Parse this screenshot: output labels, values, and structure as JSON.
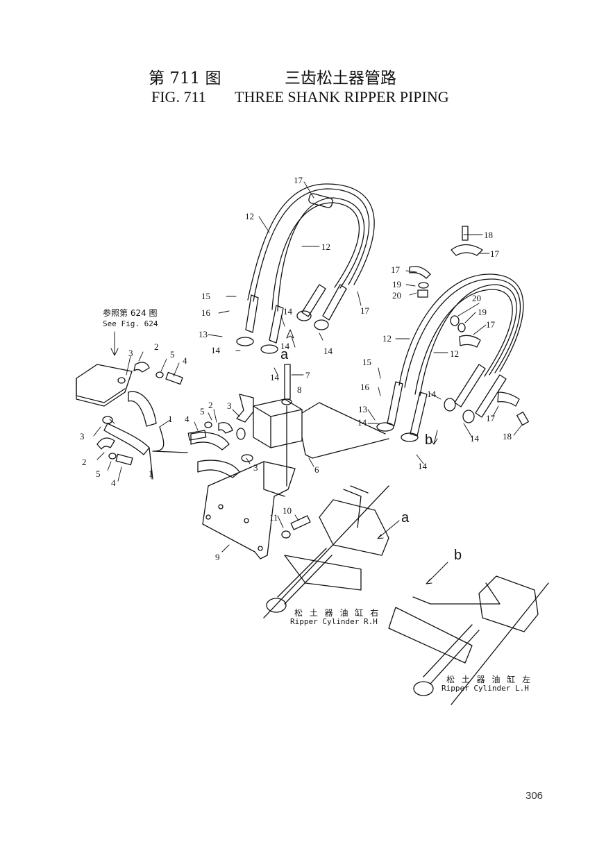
{
  "header": {
    "fig_cn": "第 711 图",
    "title_cn": "三齿松土器管路",
    "fig_en": "FIG. 711",
    "title_en": "THREE SHANK RIPPER PIPING"
  },
  "diagram": {
    "reference_cn": "参照第 624 图",
    "reference_en": "See Fig. 624",
    "view_a": "a",
    "view_b": "b",
    "cylinder_rh_cn": "松 土 器 油 缸 右",
    "cylinder_rh_en": "Ripper Cylinder R.H",
    "cylinder_lh_cn": "松 土 器 油 缸 左",
    "cylinder_lh_en": "Ripper Cylinder L.H",
    "callouts": [
      {
        "text": "17"
      },
      {
        "text": "12"
      },
      {
        "text": "12"
      },
      {
        "text": "17"
      },
      {
        "text": "15"
      },
      {
        "text": "16"
      },
      {
        "text": "14"
      },
      {
        "text": "14"
      },
      {
        "text": "13"
      },
      {
        "text": "14"
      },
      {
        "text": "14"
      },
      {
        "text": "14"
      },
      {
        "text": "7"
      },
      {
        "text": "8"
      },
      {
        "text": "2"
      },
      {
        "text": "3"
      },
      {
        "text": "5"
      },
      {
        "text": "4"
      },
      {
        "text": "1"
      },
      {
        "text": "3"
      },
      {
        "text": "2"
      },
      {
        "text": "5"
      },
      {
        "text": "4"
      },
      {
        "text": "1"
      },
      {
        "text": "4"
      },
      {
        "text": "5"
      },
      {
        "text": "2"
      },
      {
        "text": "3"
      },
      {
        "text": "3"
      },
      {
        "text": "6"
      },
      {
        "text": "10"
      },
      {
        "text": "11"
      },
      {
        "text": "9"
      },
      {
        "text": "18"
      },
      {
        "text": "17"
      },
      {
        "text": "17"
      },
      {
        "text": "19"
      },
      {
        "text": "20"
      },
      {
        "text": "20"
      },
      {
        "text": "19"
      },
      {
        "text": "17"
      },
      {
        "text": "12"
      },
      {
        "text": "12"
      },
      {
        "text": "15"
      },
      {
        "text": "16"
      },
      {
        "text": "13"
      },
      {
        "text": "14"
      },
      {
        "text": "14"
      },
      {
        "text": "14"
      },
      {
        "text": "17"
      },
      {
        "text": "18"
      },
      {
        "text": "14"
      }
    ]
  },
  "footer": {
    "page_number": "306"
  }
}
